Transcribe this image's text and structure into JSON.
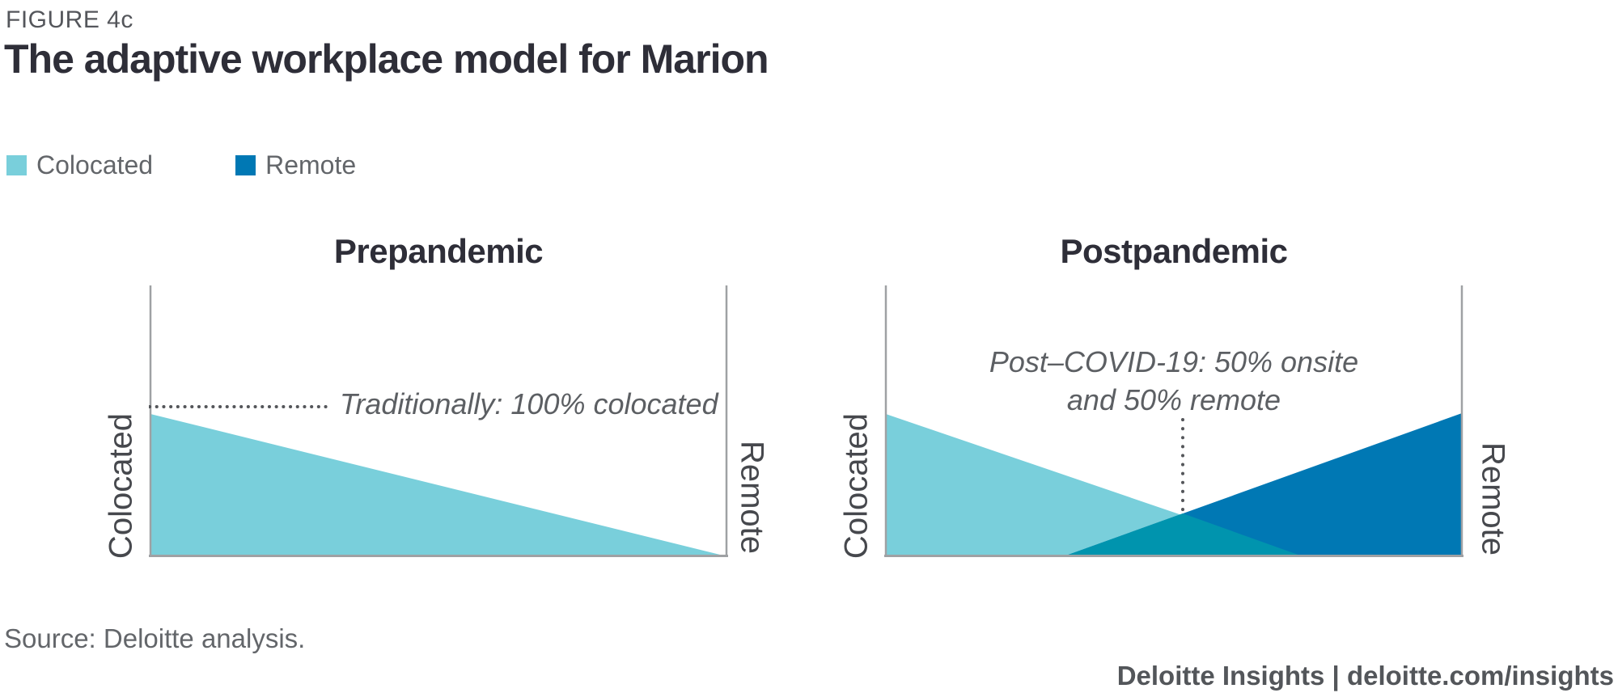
{
  "figure_label": "FIGURE 4c",
  "title": "The adaptive workplace model for Marion",
  "legend": {
    "items": [
      {
        "label": "Colocated",
        "color": "#79CFDB"
      },
      {
        "label": "Remote",
        "color": "#0078B4"
      }
    ]
  },
  "panels": [
    {
      "title": "Prepandemic",
      "left_axis_label": "Colocated",
      "right_axis_label": "Remote",
      "annotation": "Traditionally: 100% colocated"
    },
    {
      "title": "Postpandemic",
      "left_axis_label": "Colocated",
      "right_axis_label": "Remote",
      "annotation_line1": "Post–COVID-19: 50% onsite",
      "annotation_line2": "and 50% remote"
    }
  ],
  "source": "Source: Deloitte analysis.",
  "attribution": "Deloitte Insights | deloitte.com/insights",
  "colors": {
    "colocated": "#79CFDB",
    "remote": "#0078B4",
    "overlap": "#0094AE",
    "axis": "#9FA1A4",
    "dotted_line": "#54565A"
  },
  "chart_data": [
    {
      "type": "area",
      "title": "Prepandemic",
      "y_left_label": "Colocated",
      "y_right_label": "Remote",
      "grid": false,
      "series": [
        {
          "name": "Colocated",
          "color": "#79CFDB",
          "shape": "triangle",
          "points_pct": [
            {
              "x": 0,
              "y": 100
            },
            {
              "x": 100,
              "y": 0
            }
          ],
          "description": "Colocated share declines linearly from 100% at the left axis to 0% at the right axis"
        }
      ],
      "annotations": [
        {
          "text": "Traditionally: 100% colocated",
          "style": "italic",
          "marker": "horizontal dotted line at the 100% colocated level"
        }
      ]
    },
    {
      "type": "area",
      "title": "Postpandemic",
      "y_left_label": "Colocated",
      "y_right_label": "Remote",
      "grid": false,
      "series": [
        {
          "name": "Colocated",
          "color": "#79CFDB",
          "shape": "triangle",
          "points_pct": [
            {
              "x": 0,
              "y": 100
            },
            {
              "x": 72,
              "y": 0
            }
          ]
        },
        {
          "name": "Remote",
          "color": "#0078B4",
          "shape": "triangle",
          "points_pct": [
            {
              "x": 31,
              "y": 0
            },
            {
              "x": 100,
              "y": 100
            }
          ]
        }
      ],
      "overlap_color": "#0094AE",
      "crossing_point_pct": {
        "x": 52,
        "y": 30
      },
      "annotations": [
        {
          "text": "Post–COVID-19: 50% onsite and 50% remote",
          "style": "italic",
          "marker": "vertical dotted line down to the crossing point of the two series"
        }
      ]
    }
  ]
}
